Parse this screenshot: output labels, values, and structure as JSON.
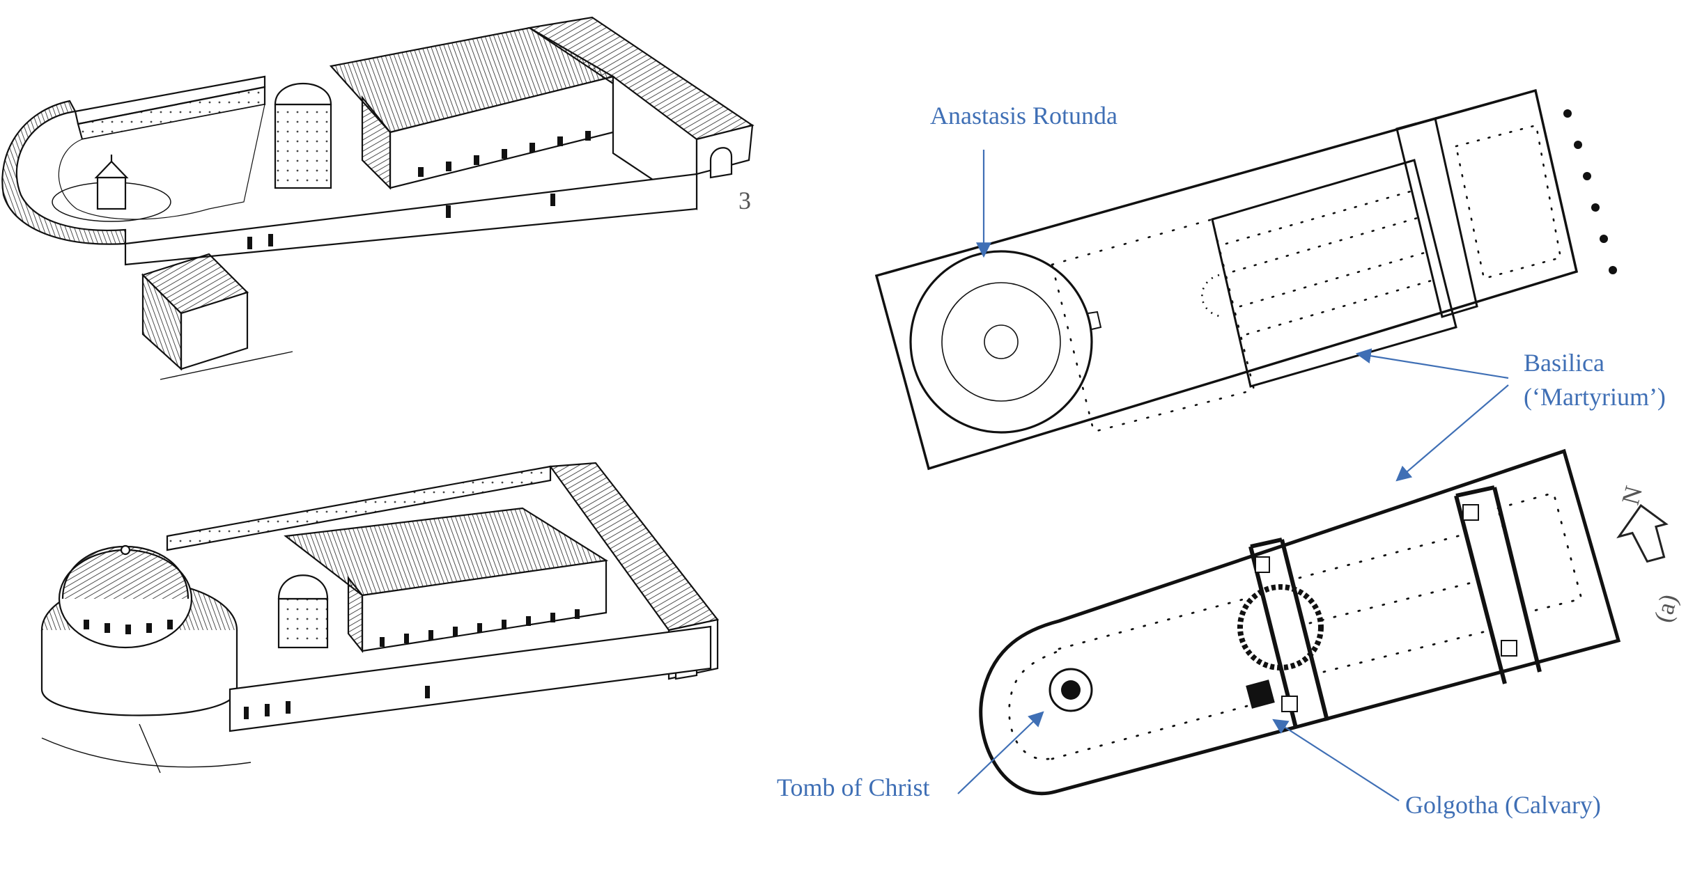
{
  "figure_number": "3",
  "labels": {
    "anastasis": "Anastasis Rotunda",
    "basilica_line1": "Basilica",
    "basilica_line2": "(‘Martyrium’)",
    "tomb": "Tomb of Christ",
    "golgotha": "Golgotha (Calvary)",
    "north": "N",
    "plan_marker": "(a)"
  },
  "colors": {
    "label": "#3f6fb5",
    "ink": "#111111",
    "page": "#ffffff"
  }
}
